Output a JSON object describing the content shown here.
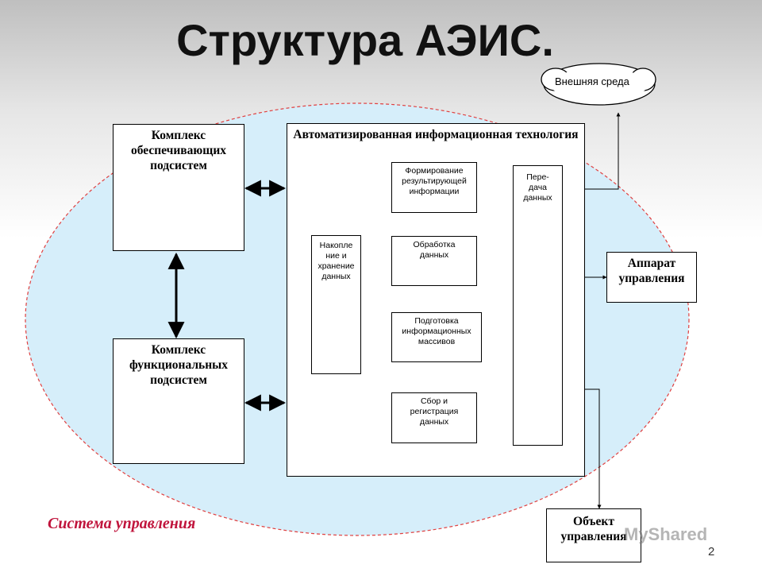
{
  "title": "Структура АЭИС.",
  "external_env": "Внешняя среда",
  "system_label": "Система управления",
  "support_complex": "Комплекс обеспечивающих подсистем",
  "functional_complex": "Комплекс функциональных подсистем",
  "ait": "Автоматизированная информационная технология",
  "blocks": {
    "forming": "Формирование результирующей информации",
    "processing": "Обработка данных",
    "accumulation": "Накопле ние и хранение данных",
    "preparation": "Подготовка информационных массивов",
    "collection": "Сбор и регистрация данных",
    "transfer": "Пере- дача данных"
  },
  "management_apparatus": "Аппарат управления",
  "managed_object": "Объект управления",
  "watermark": "MyShared",
  "page_number": "2",
  "colors": {
    "ellipse_fill": "#d6eefa",
    "ellipse_border": "#e04040",
    "system_label": "#c0143c"
  }
}
